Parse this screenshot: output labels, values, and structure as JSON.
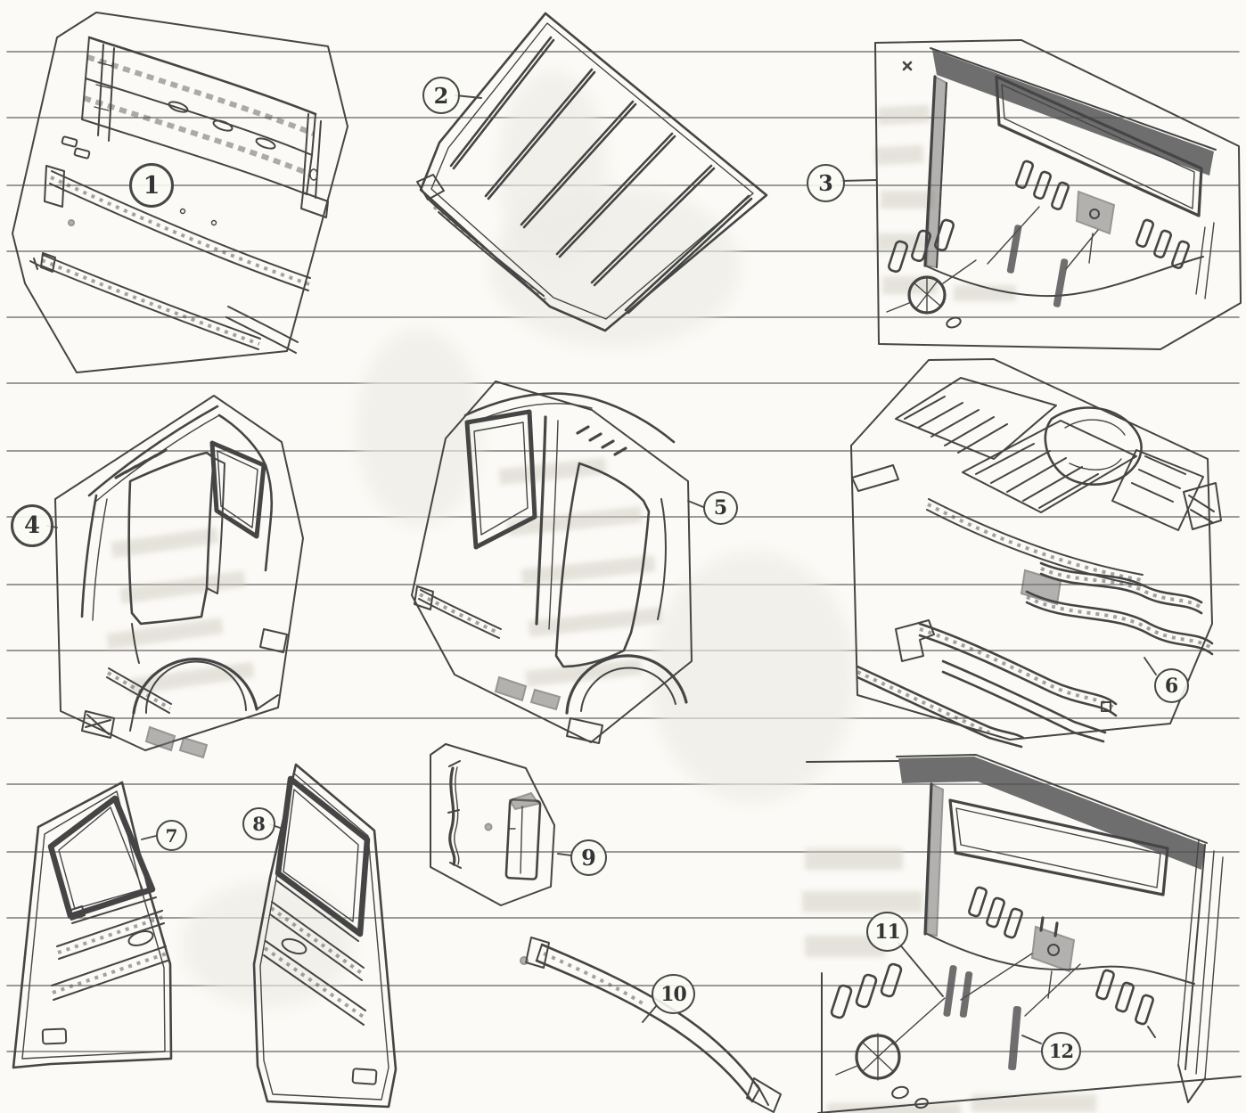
{
  "page": {
    "paper_color": "#fbfaf6",
    "ink_color": "#454545",
    "type_note": "scanned parts-diagram page"
  },
  "callouts": [
    {
      "id": 1,
      "label": "1"
    },
    {
      "id": 2,
      "label": "2"
    },
    {
      "id": 3,
      "label": "3"
    },
    {
      "id": 4,
      "label": "4"
    },
    {
      "id": 5,
      "label": "5"
    },
    {
      "id": 6,
      "label": "6"
    },
    {
      "id": 7,
      "label": "7"
    },
    {
      "id": 8,
      "label": "8"
    },
    {
      "id": 9,
      "label": "9"
    },
    {
      "id": 10,
      "label": "10"
    },
    {
      "id": 11,
      "label": "11"
    },
    {
      "id": 12,
      "label": "12"
    }
  ]
}
